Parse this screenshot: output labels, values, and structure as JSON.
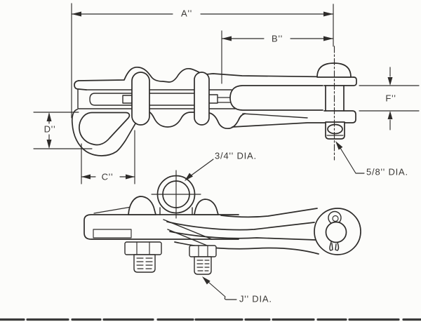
{
  "drawing": {
    "dimension_labels": {
      "a": "A''",
      "b": "B''",
      "c": "C''",
      "d": "D''",
      "f": "F''"
    },
    "callouts": {
      "eye_hole": "3/4'' DIA.",
      "clevis_pin": "5/8'' DIA.",
      "u_bolt_stud": "J'' DIA."
    },
    "colors": {
      "ink": "#2e2c2a",
      "paper": "#fcfcfa"
    }
  }
}
